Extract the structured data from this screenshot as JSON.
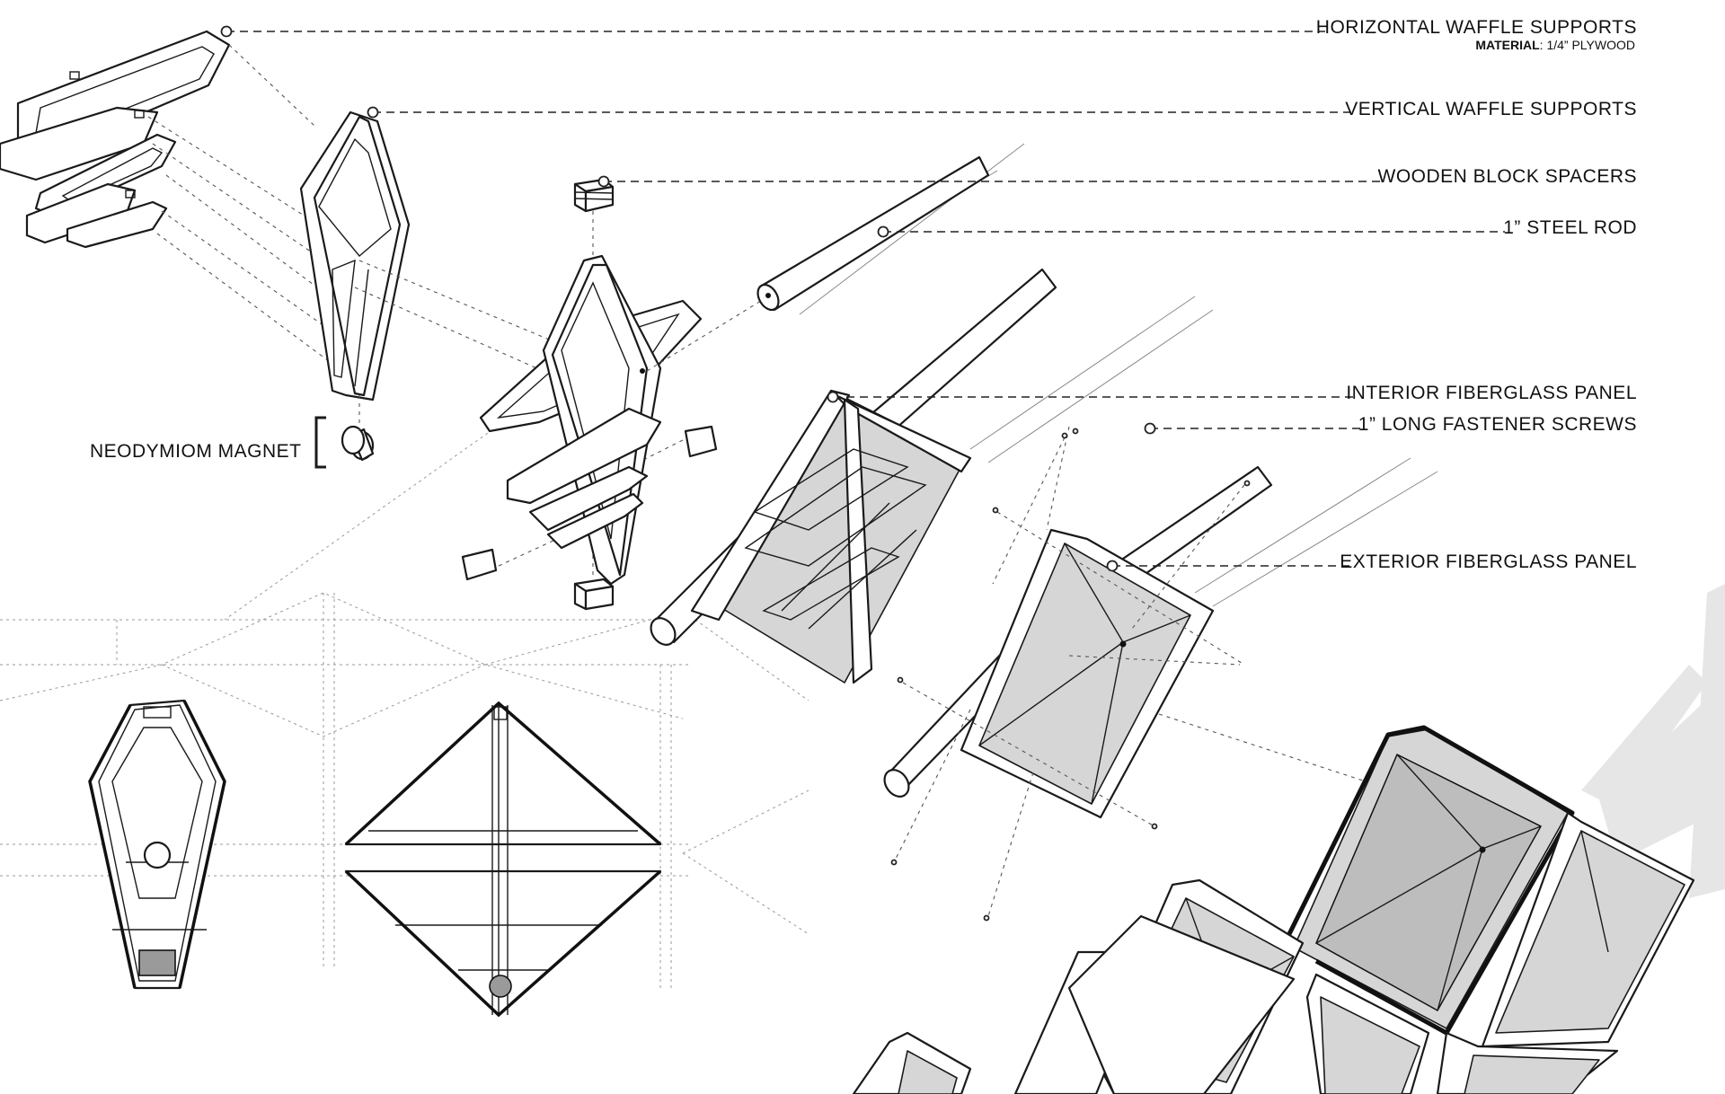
{
  "labels": {
    "horizontal_waffle": "HORIZONTAL WAFFLE SUPPORTS",
    "material_key": "MATERIAL",
    "material_value": ": 1/4” PLYWOOD",
    "vertical_waffle": "VERTICAL WAFFLE SUPPORTS",
    "wooden_block": "WOODEN BLOCK SPACERS",
    "steel_rod": "1” STEEL ROD",
    "interior_panel": "INTERIOR FIBERGLASS PANEL",
    "fastener_screws": "1” LONG FASTENER SCREWS",
    "exterior_panel": "EXTERIOR FIBERGLASS PANEL",
    "magnet": "NEODYMIOM MAGNET"
  }
}
